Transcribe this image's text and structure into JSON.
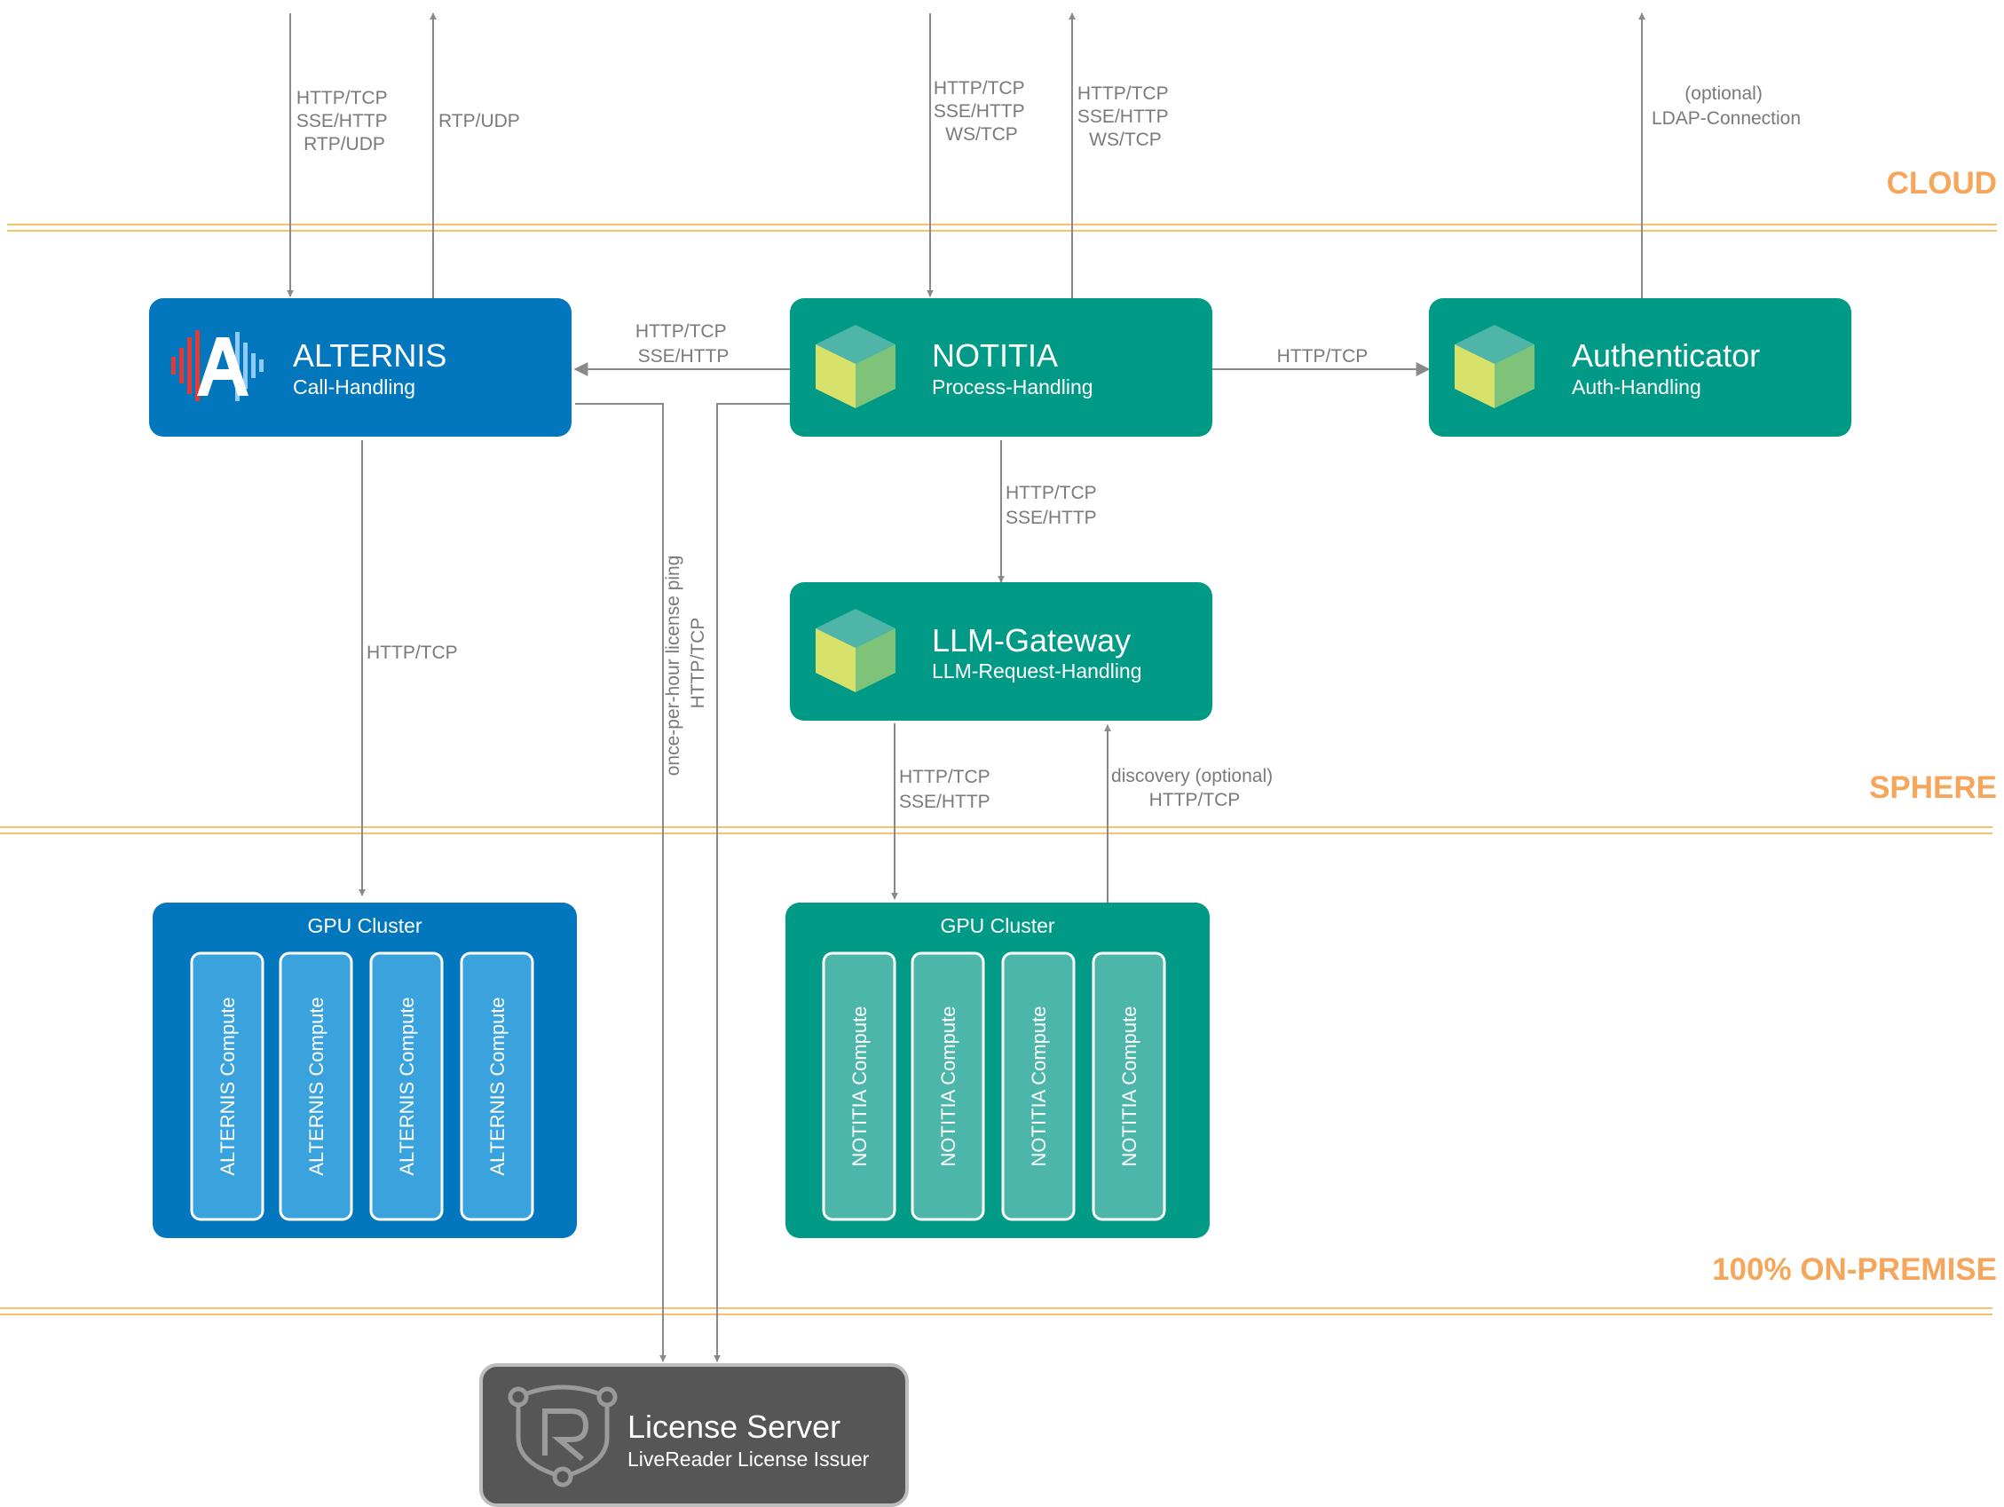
{
  "zones": {
    "cloud": "CLOUD",
    "sphere": "SPHERE",
    "onprem": "100% ON-PREMISE"
  },
  "colors": {
    "blue": "#0277bd",
    "blue_compute": "#3aa2dc",
    "teal": "#009a87",
    "teal_compute": "#4db6aa",
    "gray": "#565656",
    "zone": "#f5a65b",
    "line": "#8a8a8a"
  },
  "nodes": {
    "alternis": {
      "title": "ALTERNIS",
      "subtitle": "Call-Handling",
      "icon": "alternis-logo-icon"
    },
    "notitia": {
      "title": "NOTITIA",
      "subtitle": "Process-Handling",
      "icon": "cube-icon"
    },
    "authenticator": {
      "title": "Authenticator",
      "subtitle": "Auth-Handling",
      "icon": "cube-icon"
    },
    "llm_gateway": {
      "title": "LLM-Gateway",
      "subtitle": "LLM-Request-Handling",
      "icon": "cube-icon"
    },
    "license_server": {
      "title": "License Server",
      "subtitle": "LiveReader License Issuer",
      "icon": "livereader-logo-icon"
    }
  },
  "clusters": {
    "alternis": {
      "title": "GPU Cluster",
      "compute": [
        "ALTERNIS Compute",
        "ALTERNIS Compute",
        "ALTERNIS Compute",
        "ALTERNIS Compute"
      ]
    },
    "notitia": {
      "title": "GPU Cluster",
      "compute": [
        "NOTITIA Compute",
        "NOTITIA Compute",
        "NOTITIA Compute",
        "NOTITIA Compute"
      ]
    }
  },
  "labels": {
    "alt_in": [
      "HTTP/TCP",
      "SSE/HTTP",
      "RTP/UDP"
    ],
    "alt_out": [
      "RTP/UDP"
    ],
    "not_in": [
      "HTTP/TCP",
      "SSE/HTTP",
      "WS/TCP"
    ],
    "not_out": [
      "HTTP/TCP",
      "SSE/HTTP",
      "WS/TCP"
    ],
    "auth_out": [
      "(optional)",
      "LDAP-Connection"
    ],
    "not_to_alt": [
      "HTTP/TCP",
      "SSE/HTTP"
    ],
    "not_to_auth": [
      "HTTP/TCP"
    ],
    "not_to_llm": [
      "HTTP/TCP",
      "SSE/HTTP"
    ],
    "alt_to_cluster": [
      "HTTP/TCP"
    ],
    "license_ping": [
      "once-per-hour license ping",
      "HTTP/TCP"
    ],
    "llm_to_cluster": [
      "HTTP/TCP",
      "SSE/HTTP"
    ],
    "cluster_discovery": [
      "discovery (optional)",
      "HTTP/TCP"
    ]
  }
}
